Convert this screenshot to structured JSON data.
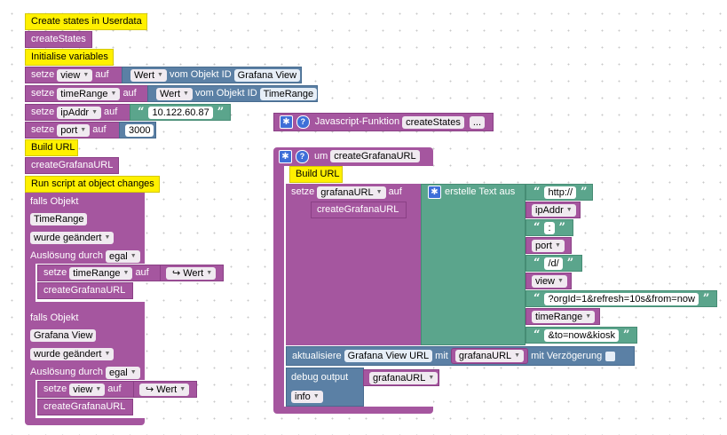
{
  "comments": {
    "create_states": "Create states in Userdata",
    "initialise": "Initialise variables",
    "build_url": "Build URL",
    "run_script": "Run script at object changes"
  },
  "blocks": {
    "create_states_call": "createStates",
    "setze": "setze",
    "auf": "auf",
    "var_view": "view",
    "var_timerange": "timeRange",
    "var_ipaddr": "ipAddr",
    "var_port": "port",
    "wert": "Wert",
    "vom_objekt_id": "vom Objekt ID",
    "obj_grafana_view": "Grafana View",
    "obj_timerange": "TimeRange",
    "ip_value": "10.122.60.87",
    "port_value": "3000",
    "create_grafana_call": "createGrafanaURL"
  },
  "trigger1": {
    "falls_objekt": "falls Objekt",
    "object": "TimeRange",
    "wurde_geaendert": "wurde geändert",
    "ausloesung_durch": "Auslösung durch",
    "egal": "egal",
    "setze": "setze",
    "var": "timeRange",
    "auf": "auf",
    "wert": "Wert",
    "call": "createGrafanaURL"
  },
  "trigger2": {
    "falls_objekt": "falls Objekt",
    "object": "Grafana View",
    "wurde_geaendert": "wurde geändert",
    "ausloesung_durch": "Auslösung durch",
    "egal": "egal",
    "setze": "setze",
    "var": "view",
    "auf": "auf",
    "wert": "Wert",
    "call": "createGrafanaURL"
  },
  "func1": {
    "label": "Javascript-Funktion",
    "name": "createStates",
    "more": "..."
  },
  "func2": {
    "um": "um",
    "name": "createGrafanaURL",
    "comment": "Build URL",
    "setze": "setze",
    "var": "grafanaURL",
    "auf": "auf",
    "erstelle_text": "erstelle Text aus",
    "parts": [
      "http://",
      "ipAddr",
      ":",
      "port",
      "/d/",
      "view",
      "?orgId=1&refresh=10s&from=now",
      "timeRange",
      "&to=now&kiosk"
    ],
    "call": "createGrafanaURL",
    "aktualisiere": "aktualisiere",
    "obj_url": "Grafana View URL",
    "mit": "mit",
    "var2": "grafanaURL",
    "mit_verzoegerung": "mit Verzögerung",
    "debug_output": "debug output",
    "var3": "grafanaURL",
    "info": "info"
  },
  "colors": {
    "procedure": "#a5569f",
    "comment": "#fff000",
    "object": "#5b80a5",
    "text": "#5ba58c",
    "background": "#ffffff"
  }
}
